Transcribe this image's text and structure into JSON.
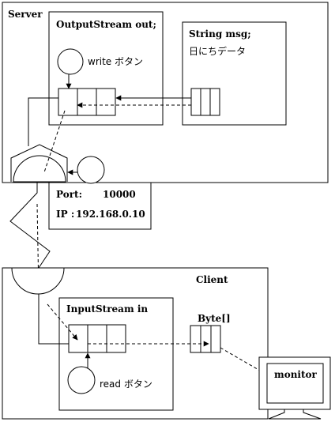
{
  "server": {
    "title": "Server",
    "output_stream_label": "OutputStream out;",
    "string_label": "String msg;",
    "string_value": "日にちデータ",
    "write_button_label": "write ボタン"
  },
  "port_info": {
    "port_label": "Port:",
    "port_value": "10000",
    "ip_label": "IP :",
    "ip_value": "192.168.0.10"
  },
  "client": {
    "title": "Client",
    "input_stream_label": "InputStream in",
    "byte_array_label": "Byte[]",
    "read_button_label": "read ボタン",
    "monitor_label": "monitor"
  }
}
